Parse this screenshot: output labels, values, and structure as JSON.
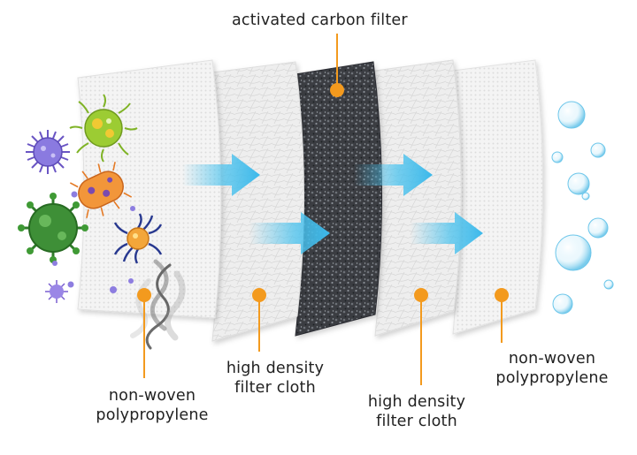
{
  "labels": {
    "carbon": "activated carbon filter",
    "outer_left": [
      "non-woven",
      "polypropylene"
    ],
    "density_first": [
      "high density",
      "filter cloth"
    ],
    "density_second": [
      "high density",
      "filter cloth"
    ],
    "outer_right": [
      "non-woven",
      "polypropylene"
    ]
  },
  "colors": {
    "marker": "#f39a1e",
    "arrow": "#4cc3ee",
    "carbon_layer": "#3b3f45",
    "cloth_layer": "#f2f2f2",
    "text": "#222222",
    "bubble": "#8fd6f0"
  },
  "icons": [
    "purple-virus-icon",
    "green-bacteria-icon",
    "orange-bacteria-icon",
    "green-virus-icon",
    "blue-germ-icon",
    "smoke-icon",
    "bubble-icon"
  ]
}
